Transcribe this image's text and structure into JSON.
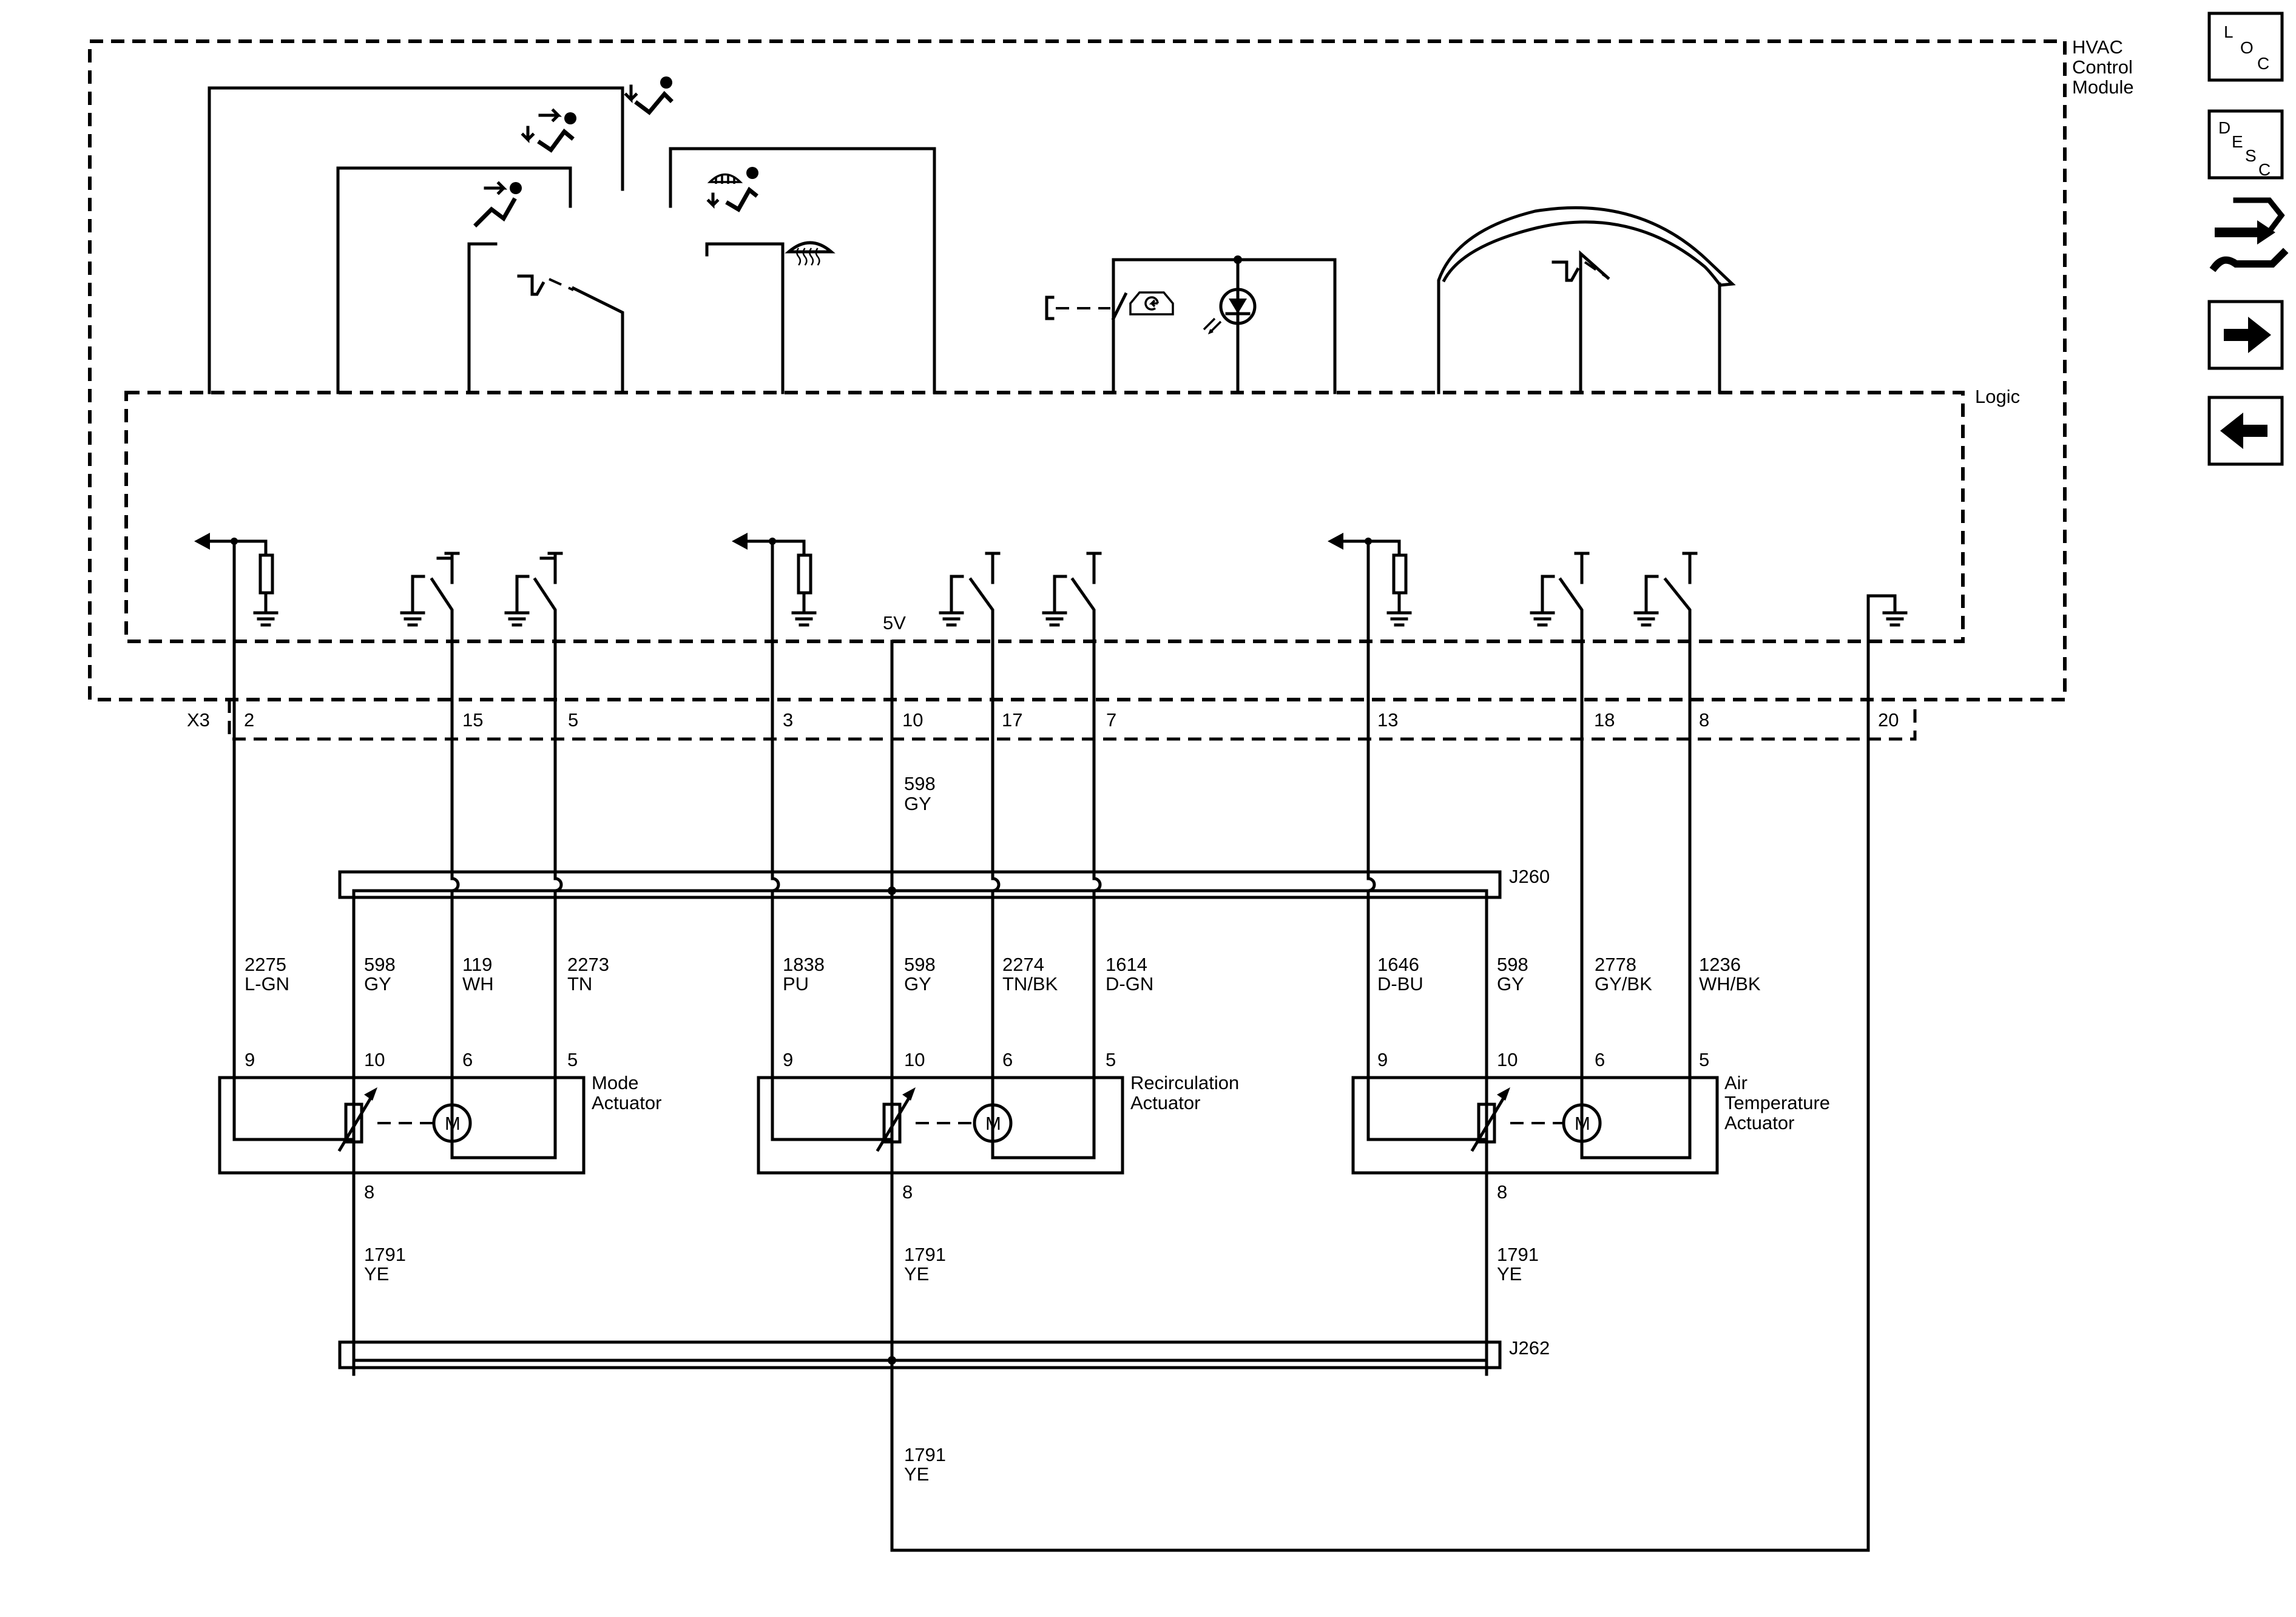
{
  "module": {
    "title_lines": [
      "HVAC",
      "Control",
      "Module"
    ],
    "logic_label": "Logic",
    "voltage_label": "5V",
    "connector_label": "X3"
  },
  "pins": {
    "p2": "2",
    "p15": "15",
    "p5": "5",
    "p3": "3",
    "p10": "10",
    "p17": "17",
    "p7": "7",
    "p13": "13",
    "p18": "18",
    "p8": "8",
    "p20": "20"
  },
  "splices": {
    "upper": "J260",
    "lower": "J262"
  },
  "wires": {
    "top_5v": {
      "circuit": "598",
      "color": "GY"
    },
    "mode": [
      {
        "circuit": "2275",
        "color": "L-GN"
      },
      {
        "circuit": "598",
        "color": "GY"
      },
      {
        "circuit": "119",
        "color": "WH"
      },
      {
        "circuit": "2273",
        "color": "TN"
      }
    ],
    "recirc": [
      {
        "circuit": "1838",
        "color": "PU"
      },
      {
        "circuit": "598",
        "color": "GY"
      },
      {
        "circuit": "2274",
        "color": "TN/BK"
      },
      {
        "circuit": "1614",
        "color": "D-GN"
      }
    ],
    "airtemp": [
      {
        "circuit": "1646",
        "color": "D-BU"
      },
      {
        "circuit": "598",
        "color": "GY"
      },
      {
        "circuit": "2778",
        "color": "GY/BK"
      },
      {
        "circuit": "1236",
        "color": "WH/BK"
      }
    ],
    "ground_feed": [
      {
        "circuit": "1791",
        "color": "YE"
      },
      {
        "circuit": "1791",
        "color": "YE"
      },
      {
        "circuit": "1791",
        "color": "YE"
      }
    ],
    "ground_return": {
      "circuit": "1791",
      "color": "YE"
    }
  },
  "actuators": {
    "mode": {
      "name_lines": [
        "Mode",
        "Actuator"
      ],
      "pins": [
        "9",
        "10",
        "6",
        "5",
        "8"
      ],
      "motor": "M"
    },
    "recirc": {
      "name_lines": [
        "Recirculation",
        "Actuator"
      ],
      "pins": [
        "9",
        "10",
        "6",
        "5",
        "8"
      ],
      "motor": "M"
    },
    "airtemp": {
      "name_lines": [
        "Air",
        "Temperature",
        "Actuator"
      ],
      "pins": [
        "9",
        "10",
        "6",
        "5",
        "8"
      ],
      "motor": "M"
    }
  },
  "nav": {
    "loc": [
      "L",
      "O",
      "C"
    ],
    "desc": [
      "D",
      "E",
      "S",
      "C"
    ],
    "icons": [
      "connector-tool-icon",
      "next-arrow-icon",
      "previous-arrow-icon"
    ]
  }
}
